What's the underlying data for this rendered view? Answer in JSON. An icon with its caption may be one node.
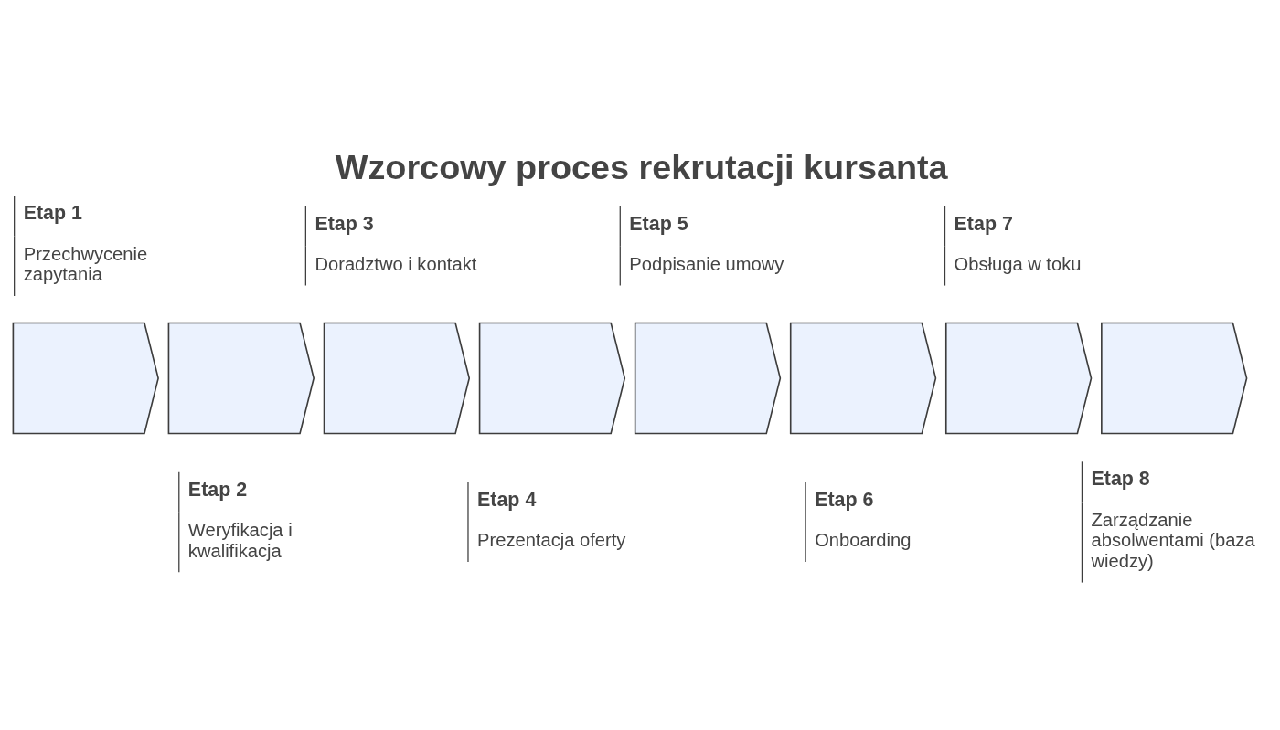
{
  "diagram": {
    "title": "Wzorcowy proces rekrutacji kursanta",
    "nodes": [
      {
        "text": [],
        "shape": "chevron",
        "beside": [
          "Etap 1",
          "Przechwycenie zapytania"
        ]
      },
      {
        "text": [],
        "shape": "chevron",
        "beside": [
          "Etap 2",
          "Weryfikacja i kwalifikacja"
        ]
      },
      {
        "text": [],
        "shape": "chevron",
        "beside": [
          "Etap 3",
          "Doradztwo i kontakt"
        ]
      },
      {
        "text": [],
        "shape": "chevron",
        "beside": [
          "Etap 4",
          "Prezentacja oferty"
        ]
      },
      {
        "text": [],
        "shape": "chevron",
        "beside": [
          "Etap 5",
          "Podpisanie umowy"
        ]
      },
      {
        "text": [],
        "shape": "chevron",
        "beside": [
          "Etap 6",
          "Onboarding"
        ]
      },
      {
        "text": [],
        "shape": "chevron",
        "beside": [
          "Etap 7",
          "Obsługa w toku"
        ]
      },
      {
        "text": [],
        "shape": "chevron",
        "beside": [
          "Etap 8",
          "Zarządzanie absolwentami (baza wiedzy)"
        ]
      }
    ]
  }
}
